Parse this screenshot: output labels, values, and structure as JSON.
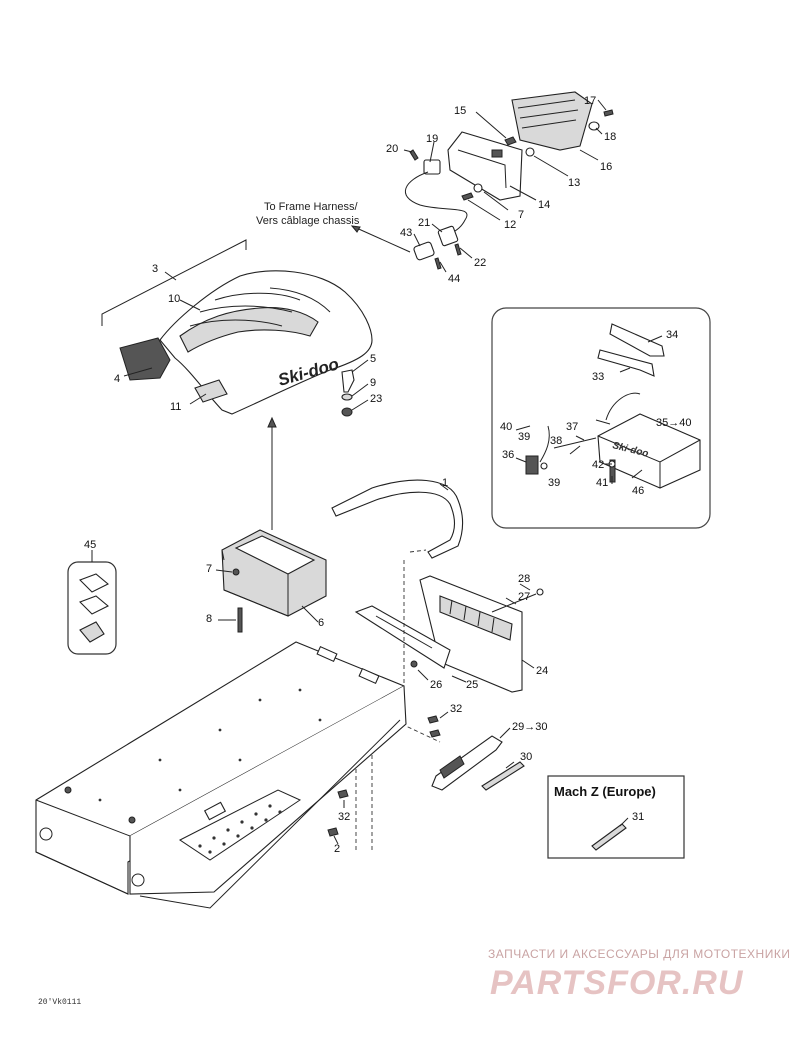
{
  "callouts": {
    "c1": "1",
    "c2": "2",
    "c3": "3",
    "c4": "4",
    "c5": "5",
    "c6": "6",
    "c7a": "7",
    "c7b": "7",
    "c8": "8",
    "c9": "9",
    "c10": "10",
    "c11": "11",
    "c12": "12",
    "c13": "13",
    "c14": "14",
    "c15": "15",
    "c16": "16",
    "c17": "17",
    "c18": "18",
    "c19": "19",
    "c20": "20",
    "c21": "21",
    "c22": "22",
    "c23": "23",
    "c24": "24",
    "c25": "25",
    "c26": "26",
    "c27": "27",
    "c28": "28",
    "c29_30": "29→30",
    "c30": "30",
    "c31": "31",
    "c32a": "32",
    "c32b": "32",
    "c33": "33",
    "c34": "34",
    "c35_40": "35→40",
    "c36": "36",
    "c37": "37",
    "c38": "38",
    "c39a": "39",
    "c39b": "39",
    "c40": "40",
    "c41": "41",
    "c42": "42",
    "c43": "43",
    "c44": "44",
    "c45": "45",
    "c46": "46"
  },
  "annotation": {
    "line1": "To Frame Harness/",
    "line2": "Vers câblage chassis"
  },
  "mach_box": {
    "title": "Mach Z (Europe)"
  },
  "brand_text": "Ski-doo",
  "watermark": {
    "top": "ЗАПЧАСТИ И АКСЕССУАРЫ ДЛЯ МОТОТЕХНИКИ",
    "logo": "PARTSFOR.RU"
  },
  "diagram_code": "20'Vk0111",
  "colors": {
    "watermark": "#e6c3c3",
    "line": "#222222"
  }
}
